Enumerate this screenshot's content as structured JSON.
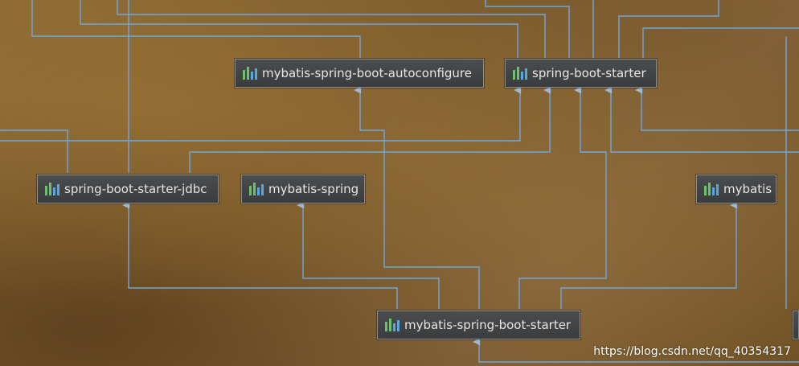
{
  "nodes": {
    "autoconfigure": "mybatis-spring-boot-autoconfigure",
    "starter": "spring-boot-starter",
    "starter_jdbc": "spring-boot-starter-jdbc",
    "mybatis_spring": "mybatis-spring",
    "mybatis": "mybatis",
    "mybatis_starter": "mybatis-spring-boot-starter"
  },
  "icon": "maven-module-icon",
  "colors": {
    "edge": "#6fa6dd",
    "arrow": "#9fb8d6",
    "icon_green": "#6cc070",
    "icon_blue": "#5aa6e0"
  },
  "watermark": "https://blog.csdn.net/qq_40354317"
}
